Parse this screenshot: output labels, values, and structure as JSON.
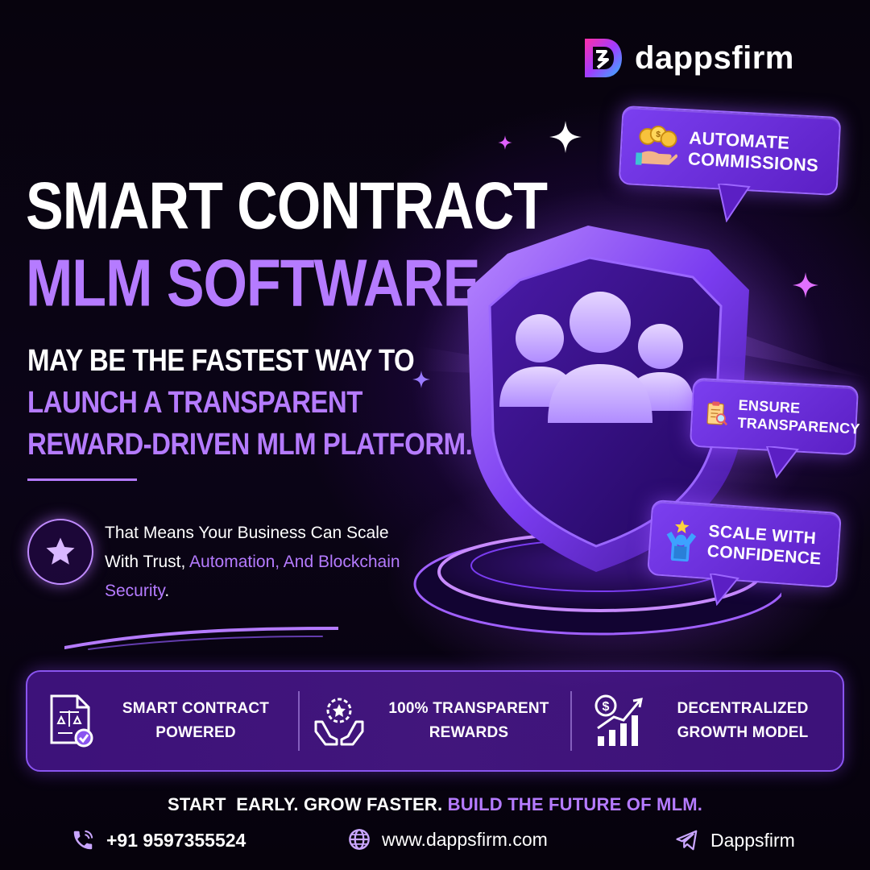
{
  "brand": {
    "name": "dappsfirm"
  },
  "headline": {
    "line1": "SMART CONTRACT",
    "line2": "MLM SOFTWARE"
  },
  "subheadline": {
    "line1": "MAY BE THE FASTEST WAY TO",
    "line2": "LAUNCH A TRANSPARENT",
    "line3": "REWARD-DRIVEN MLM PLATFORM."
  },
  "description": {
    "part1": "That Means Your Business Can Scale With Trust, ",
    "part2": "Automation,",
    "part3": " ",
    "part4": "And Blockchain Security",
    "part5": "."
  },
  "bubbles": [
    {
      "label": "AUTOMATE COMMISSIONS",
      "icon": "coins-hand-icon"
    },
    {
      "label": "ENSURE TRANSPARENCY",
      "icon": "clipboard-magnifier-icon"
    },
    {
      "label": "SCALE WITH CONFIDENCE",
      "icon": "person-star-icon"
    }
  ],
  "features": [
    {
      "label": "SMART CONTRACT POWERED",
      "icon": "contract-document-icon"
    },
    {
      "label": "100% TRANSPARENT REWARDS",
      "icon": "hands-badge-icon"
    },
    {
      "label": "DECENTRALIZED GROWTH MODEL",
      "icon": "dollar-growth-chart-icon"
    }
  ],
  "tagline": {
    "white": "START  EARLY. GROW FASTER. ",
    "purple": "BUILD THE FUTURE OF MLM."
  },
  "contact": {
    "phone": "+91 9597355524",
    "website": "www.dappsfirm.com",
    "telegram": "Dappsfirm"
  },
  "colors": {
    "accent": "#b57bff",
    "panel": "#5b1fc4",
    "background": "#07030d"
  }
}
